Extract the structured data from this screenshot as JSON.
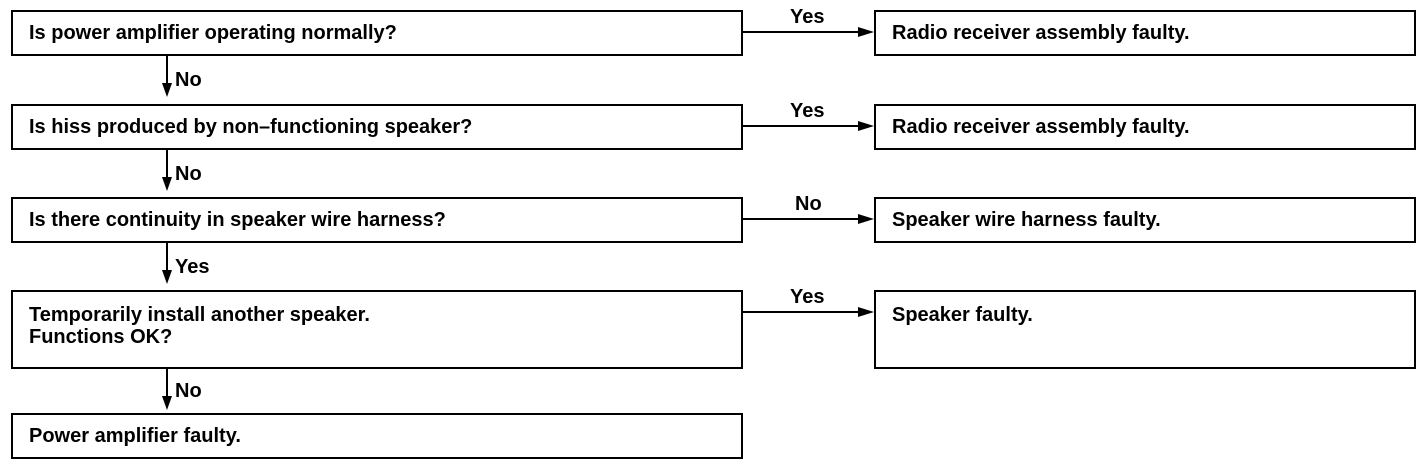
{
  "flowchart": {
    "questions": [
      {
        "text": [
          "Is power amplifier operating normally?"
        ]
      },
      {
        "text": [
          "Is hiss produced by non–functioning speaker?"
        ]
      },
      {
        "text": [
          "Is there continuity in speaker wire harness?"
        ]
      },
      {
        "text": [
          "Temporarily install another speaker.",
          "Functions OK?"
        ]
      }
    ],
    "results": [
      {
        "text": "Radio receiver assembly faulty."
      },
      {
        "text": "Radio receiver assembly faulty."
      },
      {
        "text": "Speaker wire harness faulty."
      },
      {
        "text": "Speaker faulty."
      }
    ],
    "final": {
      "text": "Power amplifier faulty."
    },
    "branch_labels": [
      "Yes",
      "Yes",
      "No",
      "Yes"
    ],
    "down_labels": [
      "No",
      "No",
      "Yes",
      "No"
    ]
  }
}
